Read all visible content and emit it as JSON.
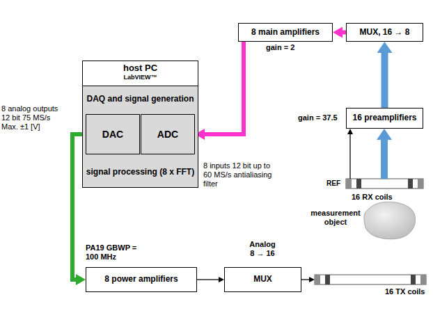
{
  "diagram": {
    "nodes": [
      {
        "text": [
          "8 main amplifiers"
        ]
      },
      {
        "text": [
          "MUX, 16 → 8"
        ]
      },
      {
        "text": [
          "host PC",
          "LabVIEW™"
        ]
      },
      {
        "text": [
          "DAQ and signal generation"
        ],
        "in": 2
      },
      {
        "text": [
          "DAC"
        ],
        "in": 2
      },
      {
        "text": [
          "ADC"
        ],
        "in": 2
      },
      {
        "text": [
          "signal processing (8 x FFT)"
        ],
        "in": 2
      },
      {
        "text": [
          "16 preamplifiers"
        ]
      },
      {
        "text": [
          "8 power amplifiers"
        ]
      },
      {
        "text": [
          "MUX"
        ]
      }
    ],
    "edges": [
      {
        "from": 1,
        "to": 0,
        "arrow": "to"
      },
      {
        "from": 7,
        "to": 1,
        "arrow": "to"
      },
      {
        "from": 0,
        "to": 5,
        "arrow": "to"
      },
      {
        "from": 4,
        "to": 8,
        "arrow": "to"
      },
      {
        "from": 8,
        "to": 9,
        "arrow": "to"
      }
    ],
    "labels": [
      "gain = 2",
      "8 analog outputs 12 bit 75 MS/s Max. ±1 [V]",
      "gain = 37.5",
      "8 inputs 12 bit up to 60 MS/s antialiasing filter",
      "REF",
      "16 RX coils",
      "measurement object",
      "PA19 GBWP = 100 MHz",
      "Analog 8 → 16",
      "16 TX coils"
    ]
  }
}
